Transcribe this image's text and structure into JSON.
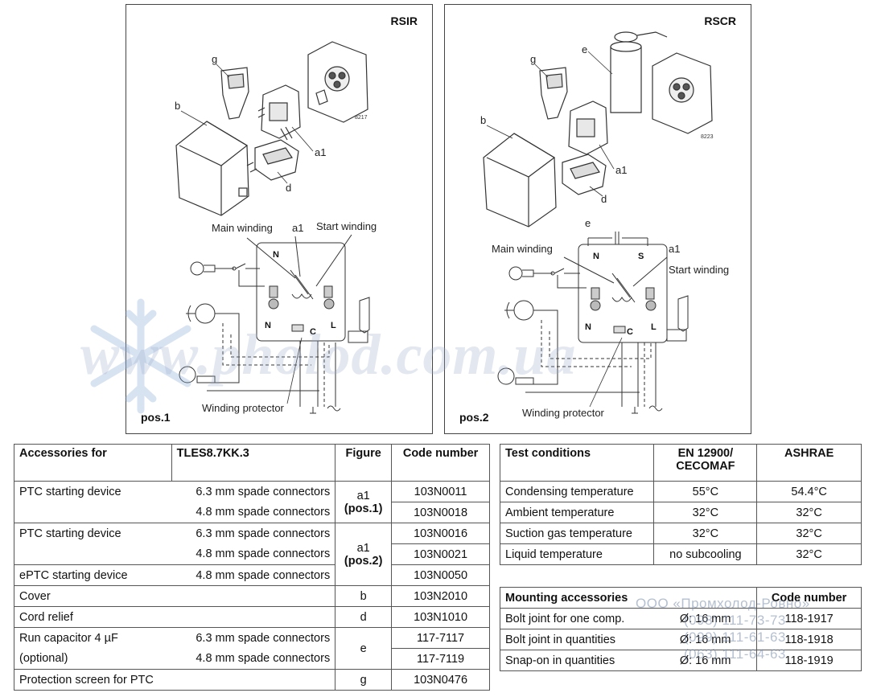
{
  "diagrams": {
    "left": {
      "title": "RSIR",
      "pos": "pos.1",
      "drawing_number": "8217",
      "part_labels": {
        "g": "g",
        "b": "b",
        "a1": "a1",
        "d": "d"
      },
      "main_winding": "Main winding",
      "start_winding": "Start winding",
      "a1_wiring": "a1",
      "winding_protector": "Winding protector",
      "terminals": {
        "n_top": "N",
        "n": "N",
        "c": "C",
        "l": "L"
      }
    },
    "right": {
      "title": "RSCR",
      "pos": "pos.2",
      "drawing_number": "8223",
      "part_labels": {
        "g": "g",
        "e": "e",
        "b": "b",
        "a1": "a1",
        "d": "d"
      },
      "cap_label": "e",
      "main_winding": "Main winding",
      "start_winding": "Start winding",
      "a1_wiring": "a1",
      "winding_protector": "Winding protector",
      "terminals": {
        "n_top": "N",
        "s": "S",
        "n": "N",
        "c": "C",
        "l": "L"
      }
    }
  },
  "accessories": {
    "header": {
      "accessories_for": "Accessories for",
      "model": "TLES8.7KK.3",
      "figure": "Figure",
      "code": "Code number"
    },
    "rows": [
      {
        "name": "PTC starting device",
        "spec": "6.3 mm spade connectors",
        "code": "103N0011"
      },
      {
        "name": "",
        "spec": "4.8 mm spade connectors",
        "code": "103N0018"
      },
      {
        "name": "PTC starting device",
        "spec": "6.3 mm spade connectors",
        "code": "103N0016"
      },
      {
        "name": "",
        "spec": "4.8 mm spade connectors",
        "code": "103N0021"
      },
      {
        "name": "ePTC starting device",
        "spec": "4.8 mm spade connectors",
        "code": "103N0050"
      },
      {
        "name": "Cover",
        "spec": "",
        "figure": "b",
        "code": "103N2010"
      },
      {
        "name": "Cord relief",
        "spec": "",
        "figure": "d",
        "code": "103N1010"
      },
      {
        "name": "Run capacitor 4 µF",
        "spec": "6.3 mm spade connectors",
        "code": "117-7117"
      },
      {
        "name": "(optional)",
        "spec": "4.8 mm spade connectors",
        "code": "117-7119"
      },
      {
        "name": "Protection screen for PTC",
        "spec": "",
        "figure": "g",
        "code": "103N0476"
      }
    ],
    "fig_a1_pos1": [
      "a1",
      "(pos.1)"
    ],
    "fig_a1_pos2": [
      "a1",
      "(pos.2)"
    ],
    "fig_e": "e"
  },
  "test_conditions": {
    "header": {
      "label": "Test conditions",
      "en": [
        "EN 12900/",
        "CECOMAF"
      ],
      "ashrae": "ASHRAE"
    },
    "rows": [
      {
        "label": "Condensing temperature",
        "en": "55°C",
        "ashrae": "54.4°C"
      },
      {
        "label": "Ambient temperature",
        "en": "32°C",
        "ashrae": "32°C"
      },
      {
        "label": "Suction gas temperature",
        "en": "32°C",
        "ashrae": "32°C"
      },
      {
        "label": "Liquid temperature",
        "en": "no subcooling",
        "ashrae": "32°C"
      }
    ]
  },
  "mounting": {
    "header": {
      "label": "Mounting accessories",
      "code": "Code number"
    },
    "rows": [
      {
        "label": "Bolt joint for one comp.",
        "size": "Ø: 16 mm",
        "code": "118-1917"
      },
      {
        "label": "Bolt joint in quantities",
        "size": "Ø: 16 mm",
        "code": "118-1918"
      },
      {
        "label": "Snap-on in quantities",
        "size": "Ø: 16 mm",
        "code": "118-1919"
      }
    ]
  },
  "watermark": {
    "site": "www.pholod.com.ua",
    "company": "ООО «Промхолод-Ровно»",
    "phones": [
      "(098) 111-73-73",
      "(099) 111-61-63",
      "(063) 111-64-63"
    ]
  }
}
